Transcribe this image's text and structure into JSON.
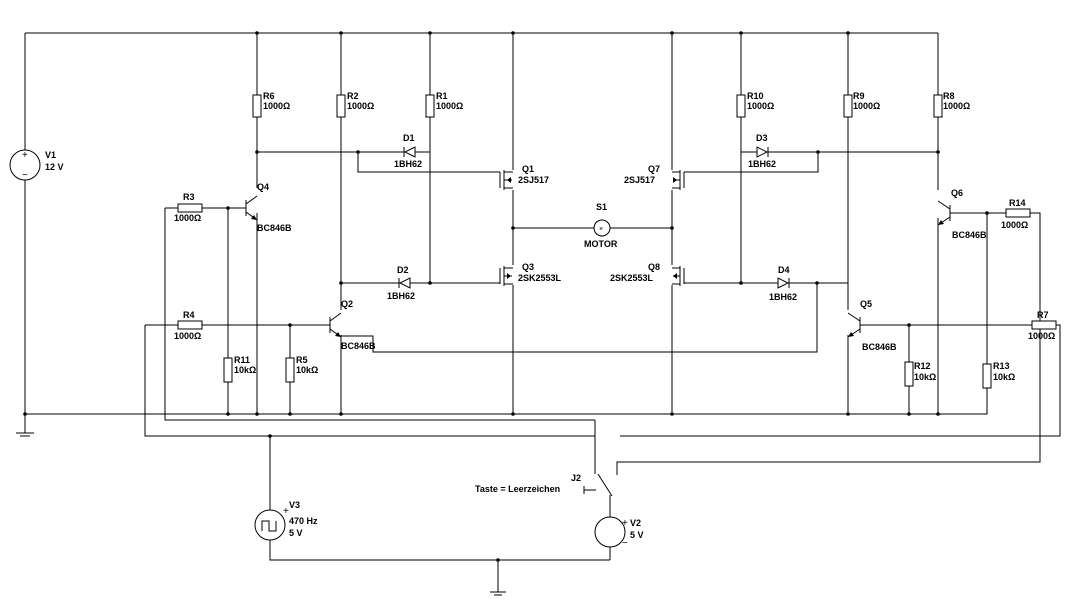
{
  "sources": {
    "V1": {
      "name": "V1",
      "value": "12 V"
    },
    "V2": {
      "name": "V2",
      "value": "5 V"
    },
    "V3": {
      "name": "V3",
      "freq": "470 Hz",
      "value": "5 V"
    }
  },
  "resistors": {
    "R1": {
      "name": "R1",
      "value": "1000Ω"
    },
    "R2": {
      "name": "R2",
      "value": "1000Ω"
    },
    "R3": {
      "name": "R3",
      "value": "1000Ω"
    },
    "R4": {
      "name": "R4",
      "value": "1000Ω"
    },
    "R5": {
      "name": "R5",
      "value": "10kΩ"
    },
    "R6": {
      "name": "R6",
      "value": "1000Ω"
    },
    "R7": {
      "name": "R7",
      "value": "1000Ω"
    },
    "R8": {
      "name": "R8",
      "value": "1000Ω"
    },
    "R9": {
      "name": "R9",
      "value": "1000Ω"
    },
    "R10": {
      "name": "R10",
      "value": "1000Ω"
    },
    "R11": {
      "name": "R11",
      "value": "10kΩ"
    },
    "R12": {
      "name": "R12",
      "value": "10kΩ"
    },
    "R13": {
      "name": "R13",
      "value": "10kΩ"
    },
    "R14": {
      "name": "R14",
      "value": "1000Ω"
    }
  },
  "diodes": {
    "D1": {
      "name": "D1",
      "part": "1BH62"
    },
    "D2": {
      "name": "D2",
      "part": "1BH62"
    },
    "D3": {
      "name": "D3",
      "part": "1BH62"
    },
    "D4": {
      "name": "D4",
      "part": "1BH62"
    }
  },
  "bjts": {
    "Q2": {
      "name": "Q2",
      "part": "BC846B"
    },
    "Q4": {
      "name": "Q4",
      "part": "BC846B"
    },
    "Q5": {
      "name": "Q5",
      "part": "BC846B"
    },
    "Q6": {
      "name": "Q6",
      "part": "BC846B"
    }
  },
  "mosfets": {
    "Q1": {
      "name": "Q1",
      "part": "2SJ517"
    },
    "Q3": {
      "name": "Q3",
      "part": "2SK2553L"
    },
    "Q7": {
      "name": "Q7",
      "part": "2SJ517"
    },
    "Q8": {
      "name": "Q8",
      "part": "2SK2553L"
    }
  },
  "motor": {
    "name": "S1",
    "label": "MOTOR"
  },
  "switch": {
    "name": "J2",
    "key_label": "Taste = Leerzeichen"
  }
}
